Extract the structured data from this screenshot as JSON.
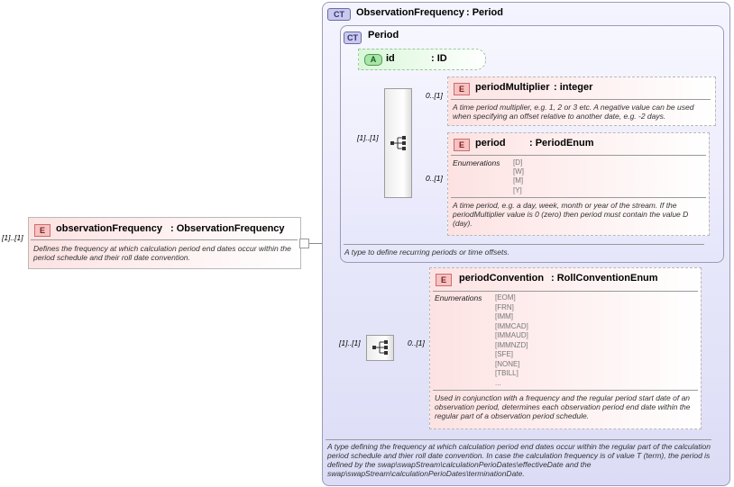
{
  "root": {
    "cardinality": "[1]..[1]",
    "badge": "E",
    "name": "observationFrequency",
    "type": ": ObservationFrequency",
    "description": "Defines the frequency at which calculation period end dates occur within the period schedule and their roll date convention."
  },
  "outer_type": {
    "badge": "CT",
    "name": "ObservationFrequency",
    "type": ": Period",
    "description": "A type defining the frequency at which calculation period end dates occur within the regular part of the calculation period schedule and thier roll date convention. In case the calculation frequency is of value T (term), the period is defined by the swap\\swapStream\\calculationPerioDates\\effectiveDate and the swap\\swapStream\\calculationPerioDates\\terminationDate."
  },
  "inner_type": {
    "badge": "CT",
    "name": "Period",
    "description": "A type to define recurring periods or time offsets."
  },
  "attribute": {
    "badge": "A",
    "name": "id",
    "type": ": ID"
  },
  "sequence_cardinality": "[1]..[1]",
  "period_multiplier": {
    "cardinality": "0..[1]",
    "badge": "E",
    "name": "periodMultiplier",
    "type": ": integer",
    "description": "A time period multiplier, e.g. 1, 2 or 3 etc. A negative value can be used when specifying an offset relative to another date, e.g. -2 days."
  },
  "period": {
    "cardinality": "0..[1]",
    "badge": "E",
    "name": "period",
    "type": ": PeriodEnum",
    "enum_label": "Enumerations",
    "enumerations": [
      "[D]",
      "[W]",
      "[M]",
      "[Y]"
    ],
    "description": "A time period, e.g. a day, week, month or year of the stream. If the periodMultiplier value is 0 (zero) then period must contain the value D (day)."
  },
  "outer_sequence_cardinality": "[1]..[1]",
  "period_convention": {
    "cardinality": "0..[1]",
    "badge": "E",
    "name": "periodConvention",
    "type": ": RollConventionEnum",
    "enum_label": "Enumerations",
    "enumerations": [
      "[EOM]",
      "[FRN]",
      "[IMM]",
      "[IMMCAD]",
      "[IMMAUD]",
      "[IMMNZD]",
      "[SFE]",
      "[NONE]",
      "[TBILL]",
      "..."
    ],
    "description": "Used in conjunction with a frequency and the regular period start date of an observation period, determines each observation period end date within the regular part of a observation period schedule."
  }
}
